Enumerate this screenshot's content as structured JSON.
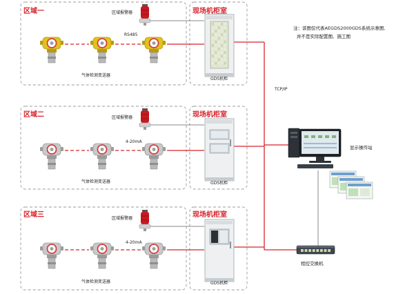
{
  "zones": [
    {
      "title": "区域一",
      "alarm_label": "区域报警器",
      "comm_label": "RS485",
      "detector_label": "气体检测变送器",
      "room_title": "现场机柜室",
      "cabinet_label": "GDS机柜",
      "detector_color": "#e2c21e"
    },
    {
      "title": "区域二",
      "alarm_label": "区域报警器",
      "comm_label": "4-20mA",
      "detector_label": "气体检测变送器",
      "room_title": "现场机柜室",
      "cabinet_label": "GDS机柜",
      "detector_color": "#c9c9c9"
    },
    {
      "title": "区域三",
      "alarm_label": "区域报警器",
      "comm_label": "4-20mA",
      "detector_label": "气体检测变送器",
      "room_title": "现场机柜室",
      "cabinet_label": "GDS机柜",
      "detector_color": "#c9c9c9"
    }
  ],
  "note": {
    "line1": "注：该图仅代表AEGDS2000GDS系统示意图,",
    "line2": "并不是实际配置图、施工图"
  },
  "network_label": "TCP/IP",
  "workstation_label": "显示操作站",
  "switch_label": "程控交换机",
  "colors": {
    "accent_red": "#d8232a",
    "alarm_red": "#c8191f",
    "zone_border": "#9a9a9a",
    "link_gray": "#8a8a8a"
  }
}
